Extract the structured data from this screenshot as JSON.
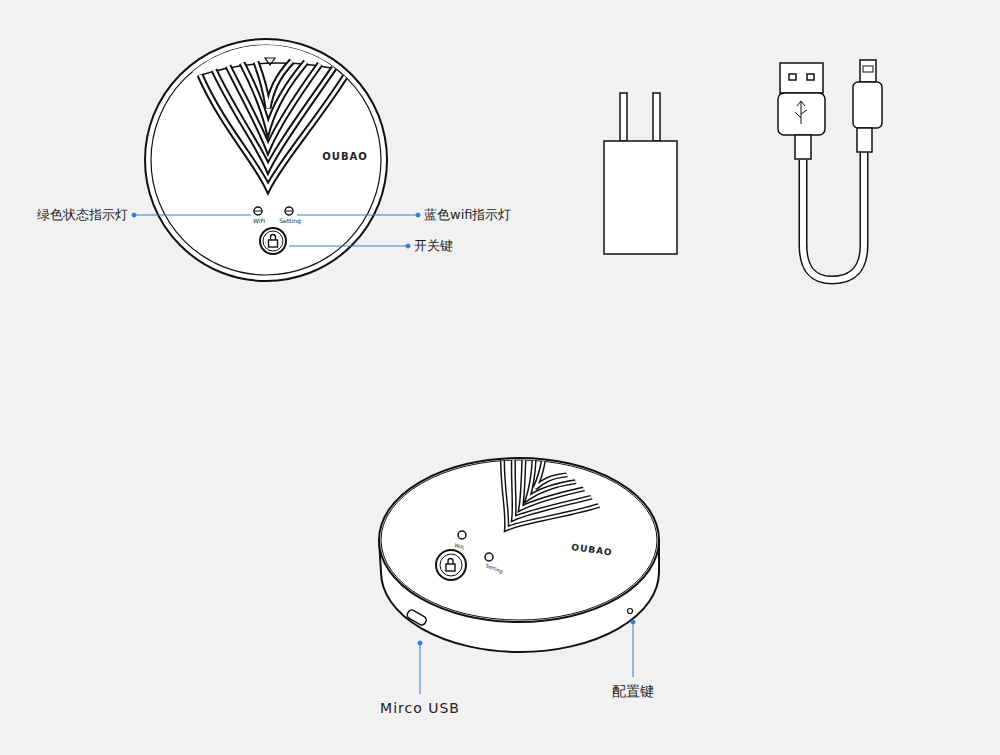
{
  "diagram": {
    "labels": [
      "OUBAO",
      "WiFi",
      "Setting",
      "绿色状态指示灯",
      "蓝色wifi指示灯",
      "开关键",
      "OUBAO",
      "WiFi",
      "Setting",
      "Mirco USB",
      "配置键"
    ]
  }
}
